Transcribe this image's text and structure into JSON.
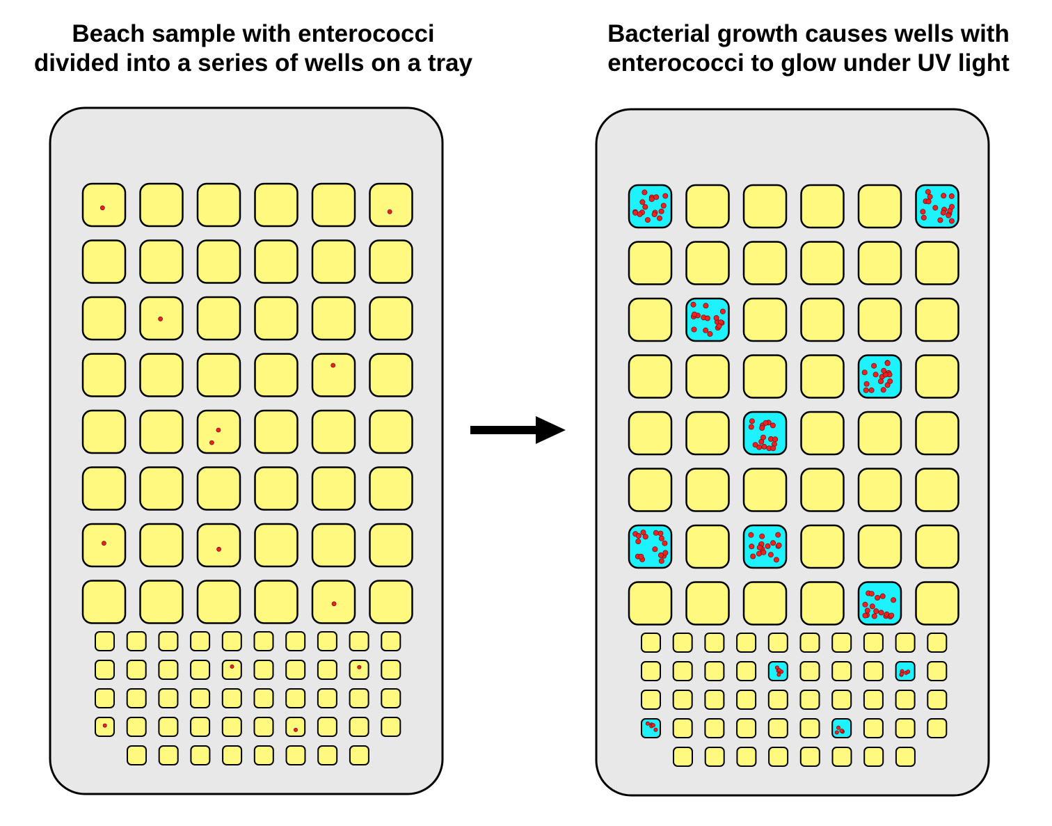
{
  "panels": [
    {
      "title_lines": [
        "Beach sample with enterococci",
        "divided into a series of wells on a tray"
      ],
      "state": "before_incubation",
      "large_wells": {
        "rows": 8,
        "cols": 6
      },
      "small_wells": {
        "row_counts": [
          10,
          10,
          10,
          10,
          8
        ]
      },
      "wells_with_enterococci": {
        "large": [
          [
            0,
            0,
            1
          ],
          [
            0,
            5,
            1
          ],
          [
            2,
            1,
            1
          ],
          [
            3,
            4,
            1
          ],
          [
            4,
            2,
            2
          ],
          [
            6,
            0,
            1
          ],
          [
            6,
            2,
            1
          ],
          [
            7,
            4,
            1
          ]
        ],
        "small": [
          [
            1,
            4,
            1
          ],
          [
            1,
            8,
            1
          ],
          [
            3,
            0,
            1
          ],
          [
            3,
            6,
            1
          ]
        ]
      }
    },
    {
      "title_lines": [
        "Bacterial growth causes wells with",
        "enterococci to glow under UV light"
      ],
      "state": "after_incubation_uv",
      "large_wells": {
        "rows": 8,
        "cols": 6
      },
      "small_wells": {
        "row_counts": [
          10,
          10,
          10,
          10,
          8
        ]
      },
      "glowing_wells": {
        "large": [
          [
            0,
            0
          ],
          [
            0,
            5
          ],
          [
            2,
            1
          ],
          [
            3,
            4
          ],
          [
            4,
            2
          ],
          [
            6,
            0
          ],
          [
            6,
            2
          ],
          [
            7,
            4
          ]
        ],
        "small": [
          [
            1,
            4
          ],
          [
            1,
            8
          ],
          [
            3,
            0
          ],
          [
            3,
            6
          ]
        ]
      }
    }
  ],
  "arrow": {
    "direction": "right"
  },
  "colors": {
    "tray": "#e8e8e8",
    "well": "#fff97f",
    "glow": "#1ff2ff",
    "bacteria": "#ee2222",
    "outline": "#000000"
  }
}
